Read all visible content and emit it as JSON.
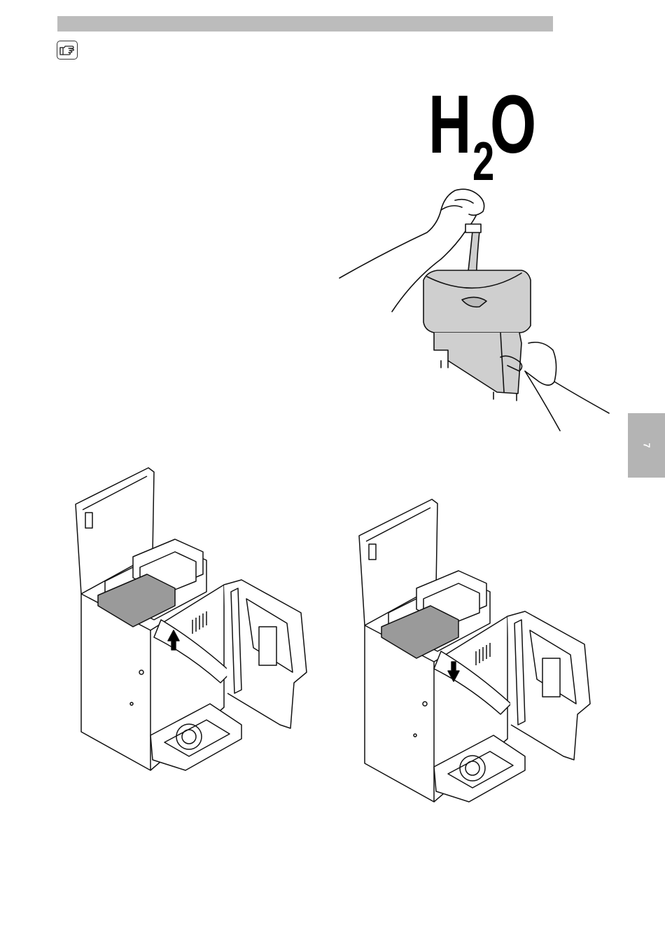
{
  "page": {
    "chapter_tab": "7",
    "formula": {
      "main": "H",
      "subscript": "2",
      "end": "O"
    },
    "icons": {
      "note": "pointing-hand-icon"
    },
    "colors": {
      "header_bar": "#bcbcbc",
      "chapter_tab": "#b4b4b4",
      "tank_fill": "#cfcfcf",
      "line": "#111111"
    },
    "figures": {
      "bottom_left": {
        "arrow_direction": "up"
      },
      "bottom_right": {
        "arrow_direction": "down"
      }
    }
  }
}
